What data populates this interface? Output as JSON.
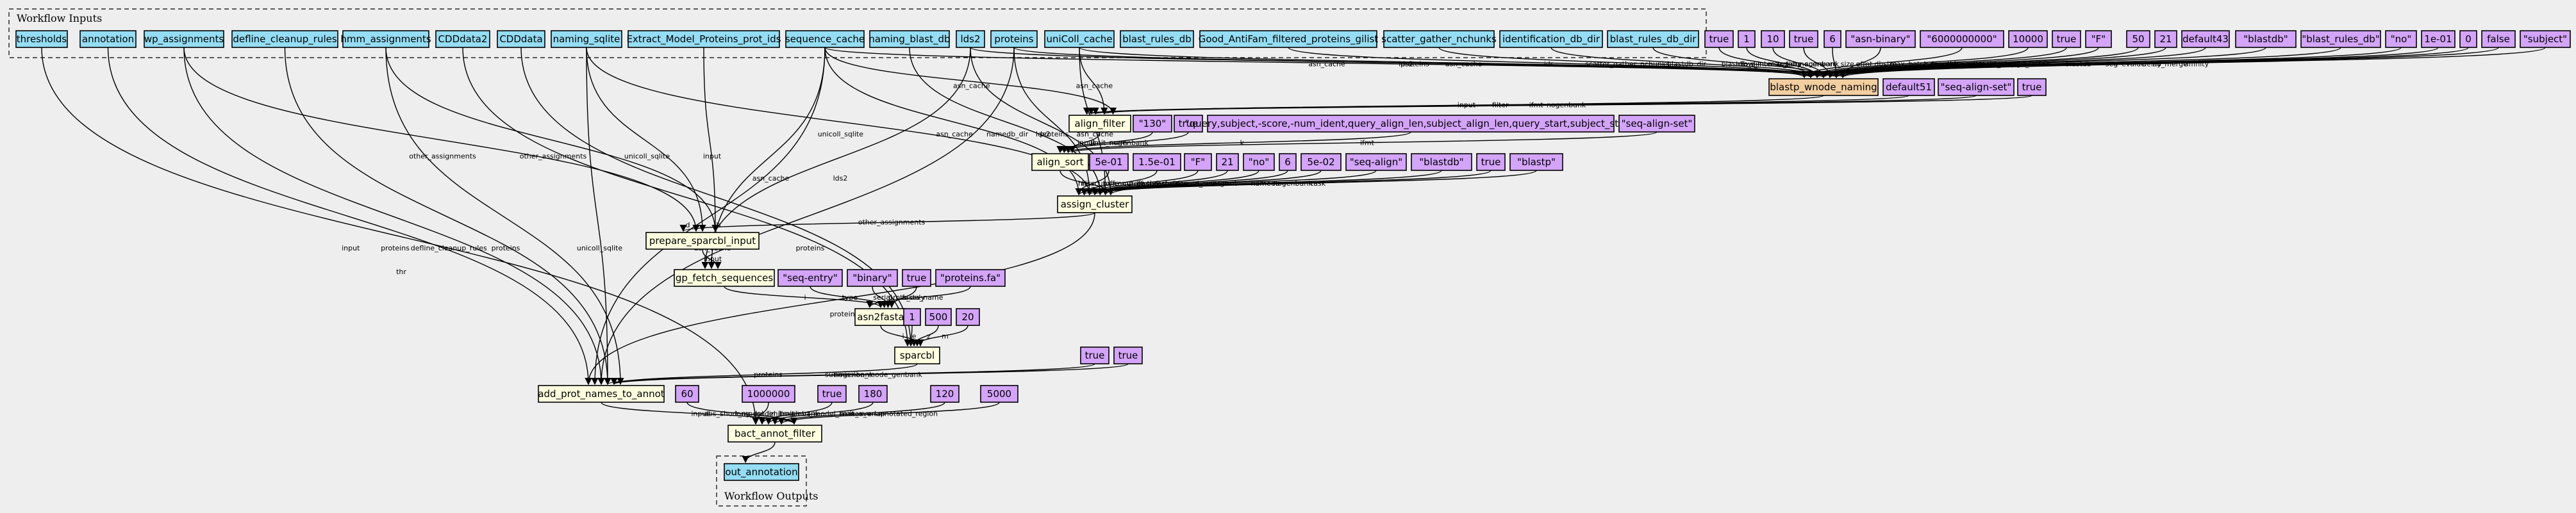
{
  "clusters": {
    "inputs_label": "Workflow Inputs",
    "outputs_label": "Workflow Outputs"
  },
  "inputs": [
    {
      "id": "thresholds",
      "label": "thresholds"
    },
    {
      "id": "annotation",
      "label": "annotation"
    },
    {
      "id": "wp_assignments",
      "label": "wp_assignments"
    },
    {
      "id": "defline_cleanup_rules",
      "label": "defline_cleanup_rules"
    },
    {
      "id": "hmm_assignments",
      "label": "hmm_assignments"
    },
    {
      "id": "CDDdata2",
      "label": "CDDdata2"
    },
    {
      "id": "CDDdata",
      "label": "CDDdata"
    },
    {
      "id": "naming_sqlite",
      "label": "naming_sqlite"
    },
    {
      "id": "Extract_Model_Proteins_prot_ids",
      "label": "Extract_Model_Proteins_prot_ids"
    },
    {
      "id": "sequence_cache",
      "label": "sequence_cache"
    },
    {
      "id": "naming_blast_db",
      "label": "naming_blast_db"
    },
    {
      "id": "lds2",
      "label": "lds2"
    },
    {
      "id": "proteins",
      "label": "proteins"
    },
    {
      "id": "uniColl_cache",
      "label": "uniColl_cache"
    },
    {
      "id": "blast_rules_db",
      "label": "blast_rules_db"
    },
    {
      "id": "Good_AntiFam_filtered_proteins_gilist",
      "label": "Good_AntiFam_filtered_proteins_gilist"
    },
    {
      "id": "scatter_gather_nchunks",
      "label": "scatter_gather_nchunks"
    },
    {
      "id": "identification_db_dir",
      "label": "identification_db_dir"
    },
    {
      "id": "blast_rules_db_dir",
      "label": "blast_rules_db_dir"
    }
  ],
  "steps": [
    {
      "id": "blastp_wnode_naming",
      "label": "blastp_wnode_naming"
    },
    {
      "id": "align_filter",
      "label": "align_filter"
    },
    {
      "id": "align_sort",
      "label": "align_sort"
    },
    {
      "id": "assign_cluster",
      "label": "assign_cluster"
    },
    {
      "id": "prepare_sparcbl_input",
      "label": "prepare_sparcbl_input"
    },
    {
      "id": "gp_fetch_sequences",
      "label": "gp_fetch_sequences"
    },
    {
      "id": "asn2fasta",
      "label": "asn2fasta"
    },
    {
      "id": "sparcbl",
      "label": "sparcbl"
    },
    {
      "id": "add_prot_names_to_annot",
      "label": "add_prot_names_to_annot"
    },
    {
      "id": "bact_annot_filter",
      "label": "bact_annot_filter"
    }
  ],
  "outputs": [
    {
      "id": "out_annotation",
      "label": "out_annotation"
    }
  ],
  "params": [
    {
      "id": "p_b1",
      "label": "true"
    },
    {
      "id": "p_b2",
      "label": "1"
    },
    {
      "id": "p_b3",
      "label": "10"
    },
    {
      "id": "p_b4",
      "label": "true"
    },
    {
      "id": "p_b5",
      "label": "6"
    },
    {
      "id": "p_b6",
      "label": "\"asn-binary\""
    },
    {
      "id": "p_b7",
      "label": "\"6000000000\""
    },
    {
      "id": "p_b8",
      "label": "10000"
    },
    {
      "id": "p_b9",
      "label": "true"
    },
    {
      "id": "p_b10",
      "label": "\"F\""
    },
    {
      "id": "p_b11",
      "label": "50"
    },
    {
      "id": "p_b12",
      "label": "21"
    },
    {
      "id": "p_b13",
      "label": "default43"
    },
    {
      "id": "p_b14",
      "label": "\"blastdb\""
    },
    {
      "id": "p_b15",
      "label": "\"blast_rules_db\""
    },
    {
      "id": "p_b16",
      "label": "\"no\""
    },
    {
      "id": "p_b17",
      "label": "1e-01"
    },
    {
      "id": "p_b18",
      "label": "0"
    },
    {
      "id": "p_b19",
      "label": "false"
    },
    {
      "id": "p_b20",
      "label": "\"subject\""
    },
    {
      "id": "p_b21",
      "label": "default51"
    },
    {
      "id": "p_b22",
      "label": "\"seq-align-set\""
    },
    {
      "id": "p_b23",
      "label": "true"
    },
    {
      "id": "p_f1",
      "label": "\"130\""
    },
    {
      "id": "p_s1",
      "label": "true"
    },
    {
      "id": "p_s2",
      "label": "\"query,subject,-score,-num_ident,query_align_len,subject_align_len,query_start,subject_start\""
    },
    {
      "id": "p_s3",
      "label": "\"seq-align-set\""
    },
    {
      "id": "p_c1",
      "label": "5e-01"
    },
    {
      "id": "p_c2",
      "label": "1.5e-01"
    },
    {
      "id": "p_c3",
      "label": "\"F\""
    },
    {
      "id": "p_c4",
      "label": "21"
    },
    {
      "id": "p_c5",
      "label": "\"no\""
    },
    {
      "id": "p_c6",
      "label": "6"
    },
    {
      "id": "p_c7",
      "label": "5e-02"
    },
    {
      "id": "p_c8",
      "label": "\"seq-align\""
    },
    {
      "id": "p_c9",
      "label": "\"blastdb\""
    },
    {
      "id": "p_c10",
      "label": "true"
    },
    {
      "id": "p_c11",
      "label": "\"blastp\""
    },
    {
      "id": "p_g1",
      "label": "\"seq-entry\""
    },
    {
      "id": "p_g2",
      "label": "\"binary\""
    },
    {
      "id": "p_g3",
      "label": "true"
    },
    {
      "id": "p_g4",
      "label": "\"proteins.fa\""
    },
    {
      "id": "p_sp1",
      "label": "1"
    },
    {
      "id": "p_sp2",
      "label": "500"
    },
    {
      "id": "p_sp3",
      "label": "20"
    },
    {
      "id": "p_a1",
      "label": "true"
    },
    {
      "id": "p_a2",
      "label": "true"
    },
    {
      "id": "p_f60",
      "label": "60"
    },
    {
      "id": "p_f1m",
      "label": "1000000"
    },
    {
      "id": "p_ft",
      "label": "true"
    },
    {
      "id": "p_f180",
      "label": "180"
    },
    {
      "id": "p_f120",
      "label": "120"
    },
    {
      "id": "p_f5000",
      "label": "5000"
    }
  ],
  "edges": [
    {
      "from": "thresholds",
      "to": "bact_annot_filter",
      "label": "thr"
    },
    {
      "from": "annotation",
      "to": "add_prot_names_to_annot",
      "label": "input"
    },
    {
      "from": "wp_assignments",
      "to": "prepare_sparcbl_input",
      "label": "other_assignments"
    },
    {
      "from": "wp_assignments",
      "to": "add_prot_names_to_annot",
      "label": "proteins"
    },
    {
      "from": "defline_cleanup_rules",
      "to": "add_prot_names_to_annot",
      "label": "defline_cleanup_rules"
    },
    {
      "from": "hmm_assignments",
      "to": "prepare_sparcbl_input",
      "label": "other_assignments"
    },
    {
      "from": "hmm_assignments",
      "to": "add_prot_names_to_annot",
      "label": "proteins"
    },
    {
      "from": "CDDdata2",
      "to": "sparcbl",
      "label": "d"
    },
    {
      "from": "CDDdata",
      "to": "sparcbl",
      "label": "b"
    },
    {
      "from": "naming_sqlite",
      "to": "assign_cluster",
      "label": "unicoll_sqlite"
    },
    {
      "from": "naming_sqlite",
      "to": "prepare_sparcbl_input",
      "label": "unicoll_sqlite"
    },
    {
      "from": "naming_sqlite",
      "to": "add_prot_names_to_annot",
      "label": "unicoll_sqlite"
    },
    {
      "from": "Extract_Model_Proteins_prot_ids",
      "to": "prepare_sparcbl_input",
      "label": "input"
    },
    {
      "from": "sequence_cache",
      "to": "align_filter",
      "label": "asn_cache"
    },
    {
      "from": "sequence_cache",
      "to": "assign_cluster",
      "label": "asn_cache"
    },
    {
      "from": "sequence_cache",
      "to": "gp_fetch_sequences",
      "label": "asn_cache"
    },
    {
      "from": "sequence_cache",
      "to": "add_prot_names_to_annot",
      "label": "asn_cache"
    },
    {
      "from": "sequence_cache",
      "to": "blastp_wnode_naming",
      "label": "asn_cache"
    },
    {
      "from": "naming_blast_db",
      "to": "assign_cluster",
      "label": "namedb_dir"
    },
    {
      "from": "lds2",
      "to": "blastp_wnode_naming",
      "label": "lds2"
    },
    {
      "from": "lds2",
      "to": "assign_cluster",
      "label": "lds2"
    },
    {
      "from": "lds2",
      "to": "gp_fetch_sequences",
      "label": "lds2"
    },
    {
      "from": "proteins",
      "to": "blastp_wnode_naming",
      "label": "proteins"
    },
    {
      "from": "proteins",
      "to": "assign_cluster",
      "label": "proteins"
    },
    {
      "from": "proteins",
      "to": "add_prot_names_to_annot",
      "label": "proteins"
    },
    {
      "from": "uniColl_cache",
      "to": "align_filter",
      "label": "asn_cache"
    },
    {
      "from": "uniColl_cache",
      "to": "assign_cluster",
      "label": "asn_cache"
    },
    {
      "from": "uniColl_cache",
      "to": "blastp_wnode_naming",
      "label": "asn_cache"
    },
    {
      "from": "Good_AntiFam_filtered_proteins_gilist",
      "to": "blastp_wnode_naming",
      "label": "ids"
    },
    {
      "from": "scatter_gather_nchunks",
      "to": "blastp_wnode_naming",
      "label": "scatter_gather_nchunks"
    },
    {
      "from": "identification_db_dir",
      "to": "blastp_wnode_naming",
      "label": "blastdb_dir"
    },
    {
      "from": "blast_rules_db_dir",
      "to": "blastp_wnode_naming",
      "label": "blastdb_dir"
    },
    {
      "from": "blastp_wnode_naming",
      "to": "align_filter",
      "label": "input"
    },
    {
      "from": "align_filter",
      "to": "align_sort",
      "label": "input"
    },
    {
      "from": "align_sort",
      "to": "assign_cluster",
      "label": "hits"
    },
    {
      "from": "assign_cluster",
      "to": "prepare_sparcbl_input",
      "label": "other_assignments"
    },
    {
      "from": "assign_cluster",
      "to": "add_prot_names_to_annot",
      "label": "proteins"
    },
    {
      "from": "prepare_sparcbl_input",
      "to": "gp_fetch_sequences",
      "label": "input"
    },
    {
      "from": "gp_fetch_sequences",
      "to": "asn2fasta",
      "label": "i"
    },
    {
      "from": "asn2fasta",
      "to": "sparcbl",
      "label": "i"
    },
    {
      "from": "sparcbl",
      "to": "add_prot_names_to_annot",
      "label": "proteins"
    },
    {
      "from": "add_prot_names_to_annot",
      "to": "bact_annot_filter",
      "label": "input"
    },
    {
      "from": "bact_annot_filter",
      "to": "out_annotation",
      "label": ""
    },
    {
      "from": "p_b1",
      "to": "blastp_wnode_naming",
      "label": "allow_intersection"
    },
    {
      "from": "p_b2",
      "to": "blastp_wnode_naming",
      "label": "max_jobs"
    },
    {
      "from": "p_b3",
      "to": "blastp_wnode_naming",
      "label": "top_by_score"
    },
    {
      "from": "p_b4",
      "to": "blastp_wnode_naming",
      "label": "nogenbank"
    },
    {
      "from": "p_b5",
      "to": "blastp_wnode_naming",
      "label": "word_size"
    },
    {
      "from": "p_b6",
      "to": "blastp_wnode_naming",
      "label": "ofmt"
    },
    {
      "from": "p_b7",
      "to": "blastp_wnode_naming",
      "label": "dbsize"
    },
    {
      "from": "p_b8",
      "to": "blastp_wnode_naming",
      "label": "max_batch_length"
    },
    {
      "from": "p_b9",
      "to": "blastp_wnode_naming",
      "label": "compart"
    },
    {
      "from": "p_b10",
      "to": "blastp_wnode_naming",
      "label": "comp_based_stats"
    },
    {
      "from": "p_b11",
      "to": "blastp_wnode_naming",
      "label": "max_target_seqs"
    },
    {
      "from": "p_b12",
      "to": "blastp_wnode_naming",
      "label": "threshold"
    },
    {
      "from": "p_b13",
      "to": "blastp_wnode_naming",
      "label": "align_filter"
    },
    {
      "from": "p_b14",
      "to": "blastp_wnode_naming",
      "label": "blastdb"
    },
    {
      "from": "p_b15",
      "to": "blastp_wnode_naming",
      "label": "blastdb"
    },
    {
      "from": "p_b16",
      "to": "blastp_wnode_naming",
      "label": "seg"
    },
    {
      "from": "p_b17",
      "to": "blastp_wnode_naming",
      "label": "evalue"
    },
    {
      "from": "p_b18",
      "to": "blastp_wnode_naming",
      "label": "delay"
    },
    {
      "from": "p_b19",
      "to": "blastp_wnode_naming",
      "label": "no_merge"
    },
    {
      "from": "p_b20",
      "to": "blastp_wnode_naming",
      "label": "affinity"
    },
    {
      "from": "p_b21",
      "to": "align_filter",
      "label": "filter"
    },
    {
      "from": "p_b22",
      "to": "align_filter",
      "label": "ifmt"
    },
    {
      "from": "p_b23",
      "to": "align_filter",
      "label": "nogenbank"
    },
    {
      "from": "p_f1",
      "to": "align_sort",
      "label": "limit_mem"
    },
    {
      "from": "p_s1",
      "to": "align_sort",
      "label": "nogenbank"
    },
    {
      "from": "p_s2",
      "to": "align_sort",
      "label": "k"
    },
    {
      "from": "p_s3",
      "to": "align_sort",
      "label": "ifmt"
    },
    {
      "from": "p_c1",
      "to": "assign_cluster",
      "label": "hits_cutoff"
    },
    {
      "from": "p_c2",
      "to": "assign_cluster",
      "label": "pure_cutoff"
    },
    {
      "from": "p_c3",
      "to": "assign_cluster",
      "label": "comp_based_stats"
    },
    {
      "from": "p_c4",
      "to": "assign_cluster",
      "label": "threshold"
    },
    {
      "from": "p_c5",
      "to": "assign_cluster",
      "label": "seg"
    },
    {
      "from": "p_c6",
      "to": "assign_cluster",
      "label": "word_size"
    },
    {
      "from": "p_c7",
      "to": "assign_cluster",
      "label": "margin"
    },
    {
      "from": "p_c8",
      "to": "assign_cluster",
      "label": "ifmt"
    },
    {
      "from": "p_c9",
      "to": "assign_cluster",
      "label": "namedb"
    },
    {
      "from": "p_c10",
      "to": "assign_cluster",
      "label": "nogenbank"
    },
    {
      "from": "p_c11",
      "to": "assign_cluster",
      "label": "task"
    },
    {
      "from": "p_g1",
      "to": "asn2fasta",
      "label": "type"
    },
    {
      "from": "p_g2",
      "to": "asn2fasta",
      "label": "serial"
    },
    {
      "from": "p_g3",
      "to": "asn2fasta",
      "label": "prots_only"
    },
    {
      "from": "p_g4",
      "to": "asn2fasta",
      "label": "fasta_name"
    },
    {
      "from": "p_sp1",
      "to": "sparcbl",
      "label": "e"
    },
    {
      "from": "p_sp2",
      "to": "sparcbl",
      "label": "z"
    },
    {
      "from": "p_sp3",
      "to": "sparcbl",
      "label": "m"
    },
    {
      "from": "p_a1",
      "to": "add_prot_names_to_annot",
      "label": "nogenbank"
    },
    {
      "from": "p_a2",
      "to": "add_prot_names_to_annot",
      "label": "submission_mode_genbank"
    },
    {
      "from": "p_f60",
      "to": "bact_annot_filter",
      "label": "abs_short_model_limit"
    },
    {
      "from": "p_f1m",
      "to": "bact_annot_filter",
      "label": "long_model_limit"
    },
    {
      "from": "p_ft",
      "to": "bact_annot_filter",
      "label": "nogenbank"
    },
    {
      "from": "p_f180",
      "to": "bact_annot_filter",
      "label": "short_model_limit"
    },
    {
      "from": "p_f120",
      "to": "bact_annot_filter",
      "label": "max_overlap"
    },
    {
      "from": "p_f5000",
      "to": "bact_annot_filter",
      "label": "max_unannotated_region"
    }
  ]
}
